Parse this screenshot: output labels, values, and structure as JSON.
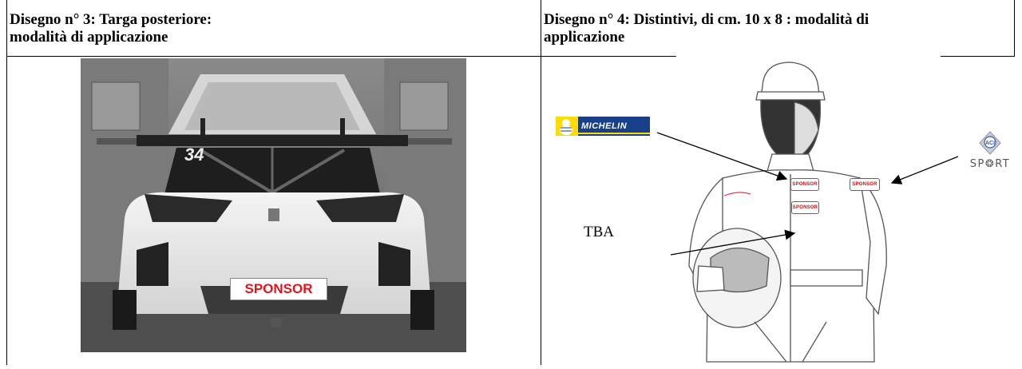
{
  "left_header": {
    "line1": "Disegno n° 3: Targa posteriore:",
    "line2": "modalità di applicazione"
  },
  "right_header": {
    "line1": "Disegno n° 4: Distintivi, di cm. 10 x 8 : modalità di",
    "line2": "applicazione"
  },
  "car": {
    "number": "34",
    "plate_text": "SPONSOR"
  },
  "driver": {
    "badges": [
      "SPONSOR",
      "SPONSOR",
      "SPONSOR"
    ],
    "tba_label": "TBA"
  },
  "logos": {
    "michelin": "MICHELIN",
    "aci_small": "ACI",
    "aci_sport": "SP❂RT"
  },
  "colors": {
    "sponsor_red": "#e0141e",
    "michelin_blue": "#173f8a",
    "michelin_yellow": "#fedc00"
  }
}
